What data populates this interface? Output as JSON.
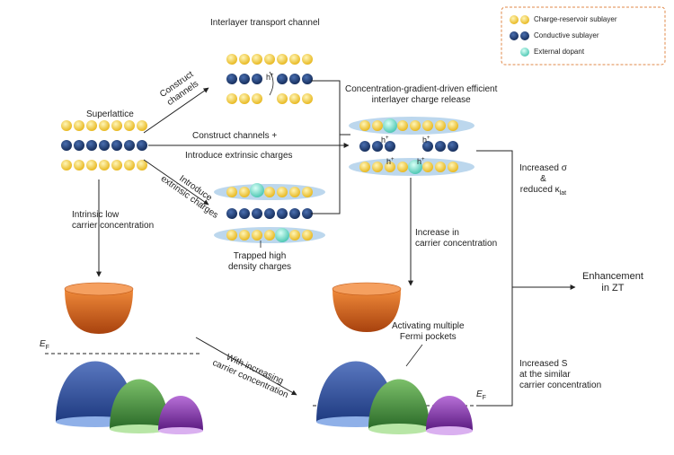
{
  "legend": {
    "charge_reservoir": "Charge-reservoir sublayer",
    "conductive": "Conductive sublayer",
    "dopant": "External dopant"
  },
  "labels": {
    "interlayer_transport_channel": "Interlayer transport channel",
    "superlattice": "Superlattice",
    "construct_channels_diag": "Construct\nchannels",
    "introduce_extrinsic_diag": "Introduce\nextrinsic charges",
    "construct_channels_plus": "Construct channels +",
    "introduce_extrinsic_charges": "Introduce extrinsic charges",
    "concentration_gradient": "Concentration-gradient-driven efficient\ninterlayer charge release",
    "intrinsic_low": "Intrinsic low\ncarrier concentration",
    "trapped_high_density": "Trapped high\ndensity charges",
    "increase_carrier": "Increase in\ncarrier concentration",
    "increased_sigma": "Increased σ\n&\nreduced κ",
    "kappa_sub": "lat",
    "enhancement": "Enhancement\nin ZT",
    "increased_s": "Increased S\nat the similar\ncarrier concentration",
    "activating_fermi": "Activating multiple\nFermi pockets",
    "with_increasing": "With increasing\ncarrier concentration",
    "ef_left": "E",
    "ef_right": "E",
    "ef_sub": "F",
    "hole": "h",
    "hole_sup": "+"
  },
  "colors": {
    "reservoir": "#f2cf4a",
    "conductive": "#1f3f7a",
    "dopant": "#7fe0d0",
    "cloud": "#6aa6d6",
    "bowl": "#d8681e",
    "pocket_blue": "#2e4f9a",
    "pocket_green": "#3f8a3a",
    "pocket_purple": "#7a2f9e",
    "legend_border": "#e0894a"
  }
}
